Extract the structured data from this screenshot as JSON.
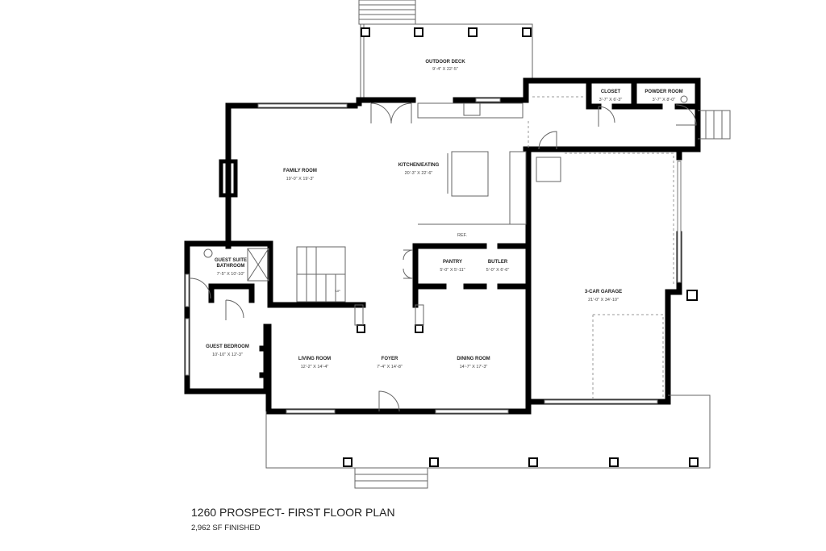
{
  "plan": {
    "title": "1260 PROSPECT- FIRST FLOOR PLAN",
    "subtitle": "2,962 SF FINISHED"
  },
  "rooms": {
    "outdoor_deck": {
      "name": "OUTDOOR DECK",
      "dims": "9'-4\" X 22'-5\""
    },
    "closet": {
      "name": "CLOSET",
      "dims": "3'-7\" X 6'-3\""
    },
    "powder_room": {
      "name": "POWDER ROOM",
      "dims": "3'-7\" X 8'-0\""
    },
    "family_room": {
      "name": "FAMILY ROOM",
      "dims": "19'-0\" X 19'-3\""
    },
    "kitchen": {
      "name": "KITCHEN/EATING",
      "dims": "20'-3\" X 22'-6\""
    },
    "guest_bath": {
      "name_line1": "GUEST SUITE",
      "name_line2": "BATHROOM",
      "dims": "7'-5\" X 10'-10\""
    },
    "pantry": {
      "name": "PANTRY",
      "dims": "5'-0\" X 5'-11\""
    },
    "butler": {
      "name": "BUTLER",
      "dims": "5'-0\" X 6'-6\""
    },
    "garage": {
      "name": "3-CAR GARAGE",
      "dims": "21'-0\" X 34'-10\""
    },
    "guest_bedroom": {
      "name": "GUEST BEDROOM",
      "dims": "10'-10\" X 12'-3\""
    },
    "living_room": {
      "name": "LIVING ROOM",
      "dims": "12'-2\" X 14'-4\""
    },
    "foyer": {
      "name": "FOYER",
      "dims": "7'-4\" X 14'-8\""
    },
    "dining_room": {
      "name": "DINING ROOM",
      "dims": "14'-7\" X 17'-3\""
    }
  },
  "labels": {
    "ref": "REF.",
    "stair": "UP"
  }
}
